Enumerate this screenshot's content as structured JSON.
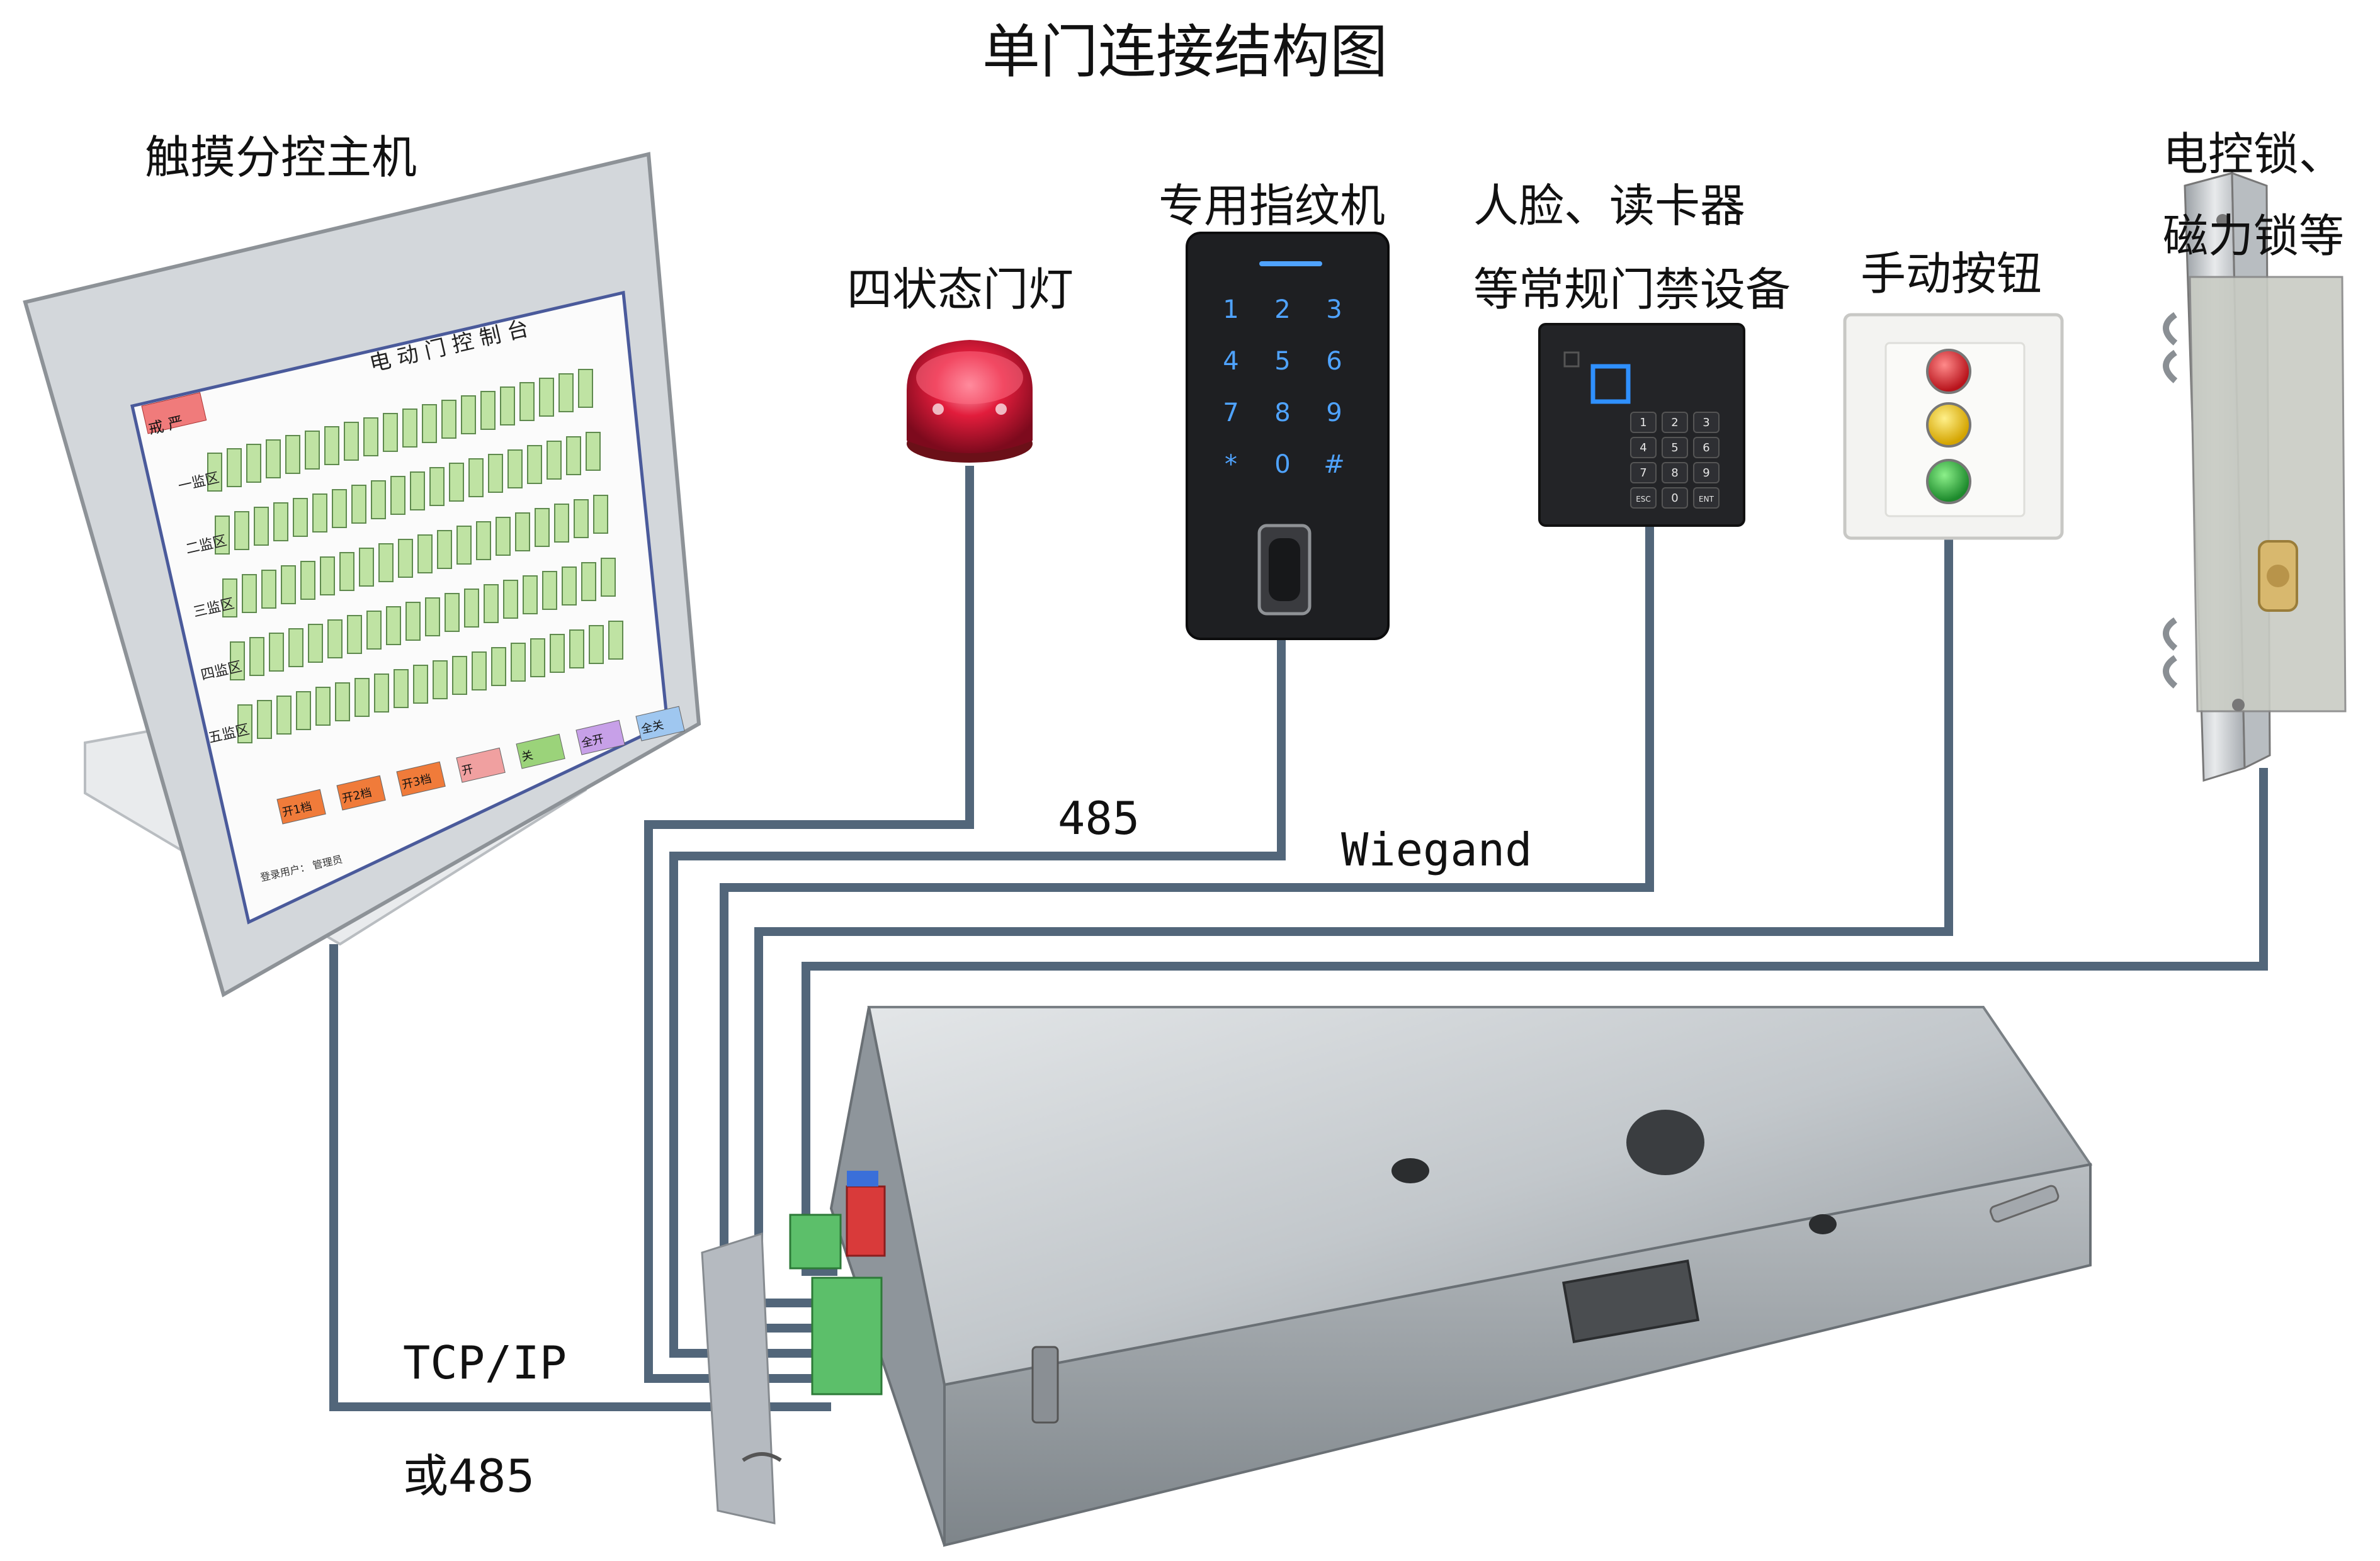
{
  "title": "单门连接结构图",
  "devices": {
    "host": "触摸分控主机",
    "lamp": "四状态门灯",
    "fingerprint": "专用指纹机",
    "reader_line1": "人脸、读卡器",
    "reader_line2": "等常规门禁设备",
    "button": "手动按钮",
    "lock_line1": "电控锁、",
    "lock_line2": "磁力锁等"
  },
  "connections": {
    "fingerprint": "485",
    "reader": "Wiegand",
    "host_line1": "TCP/IP",
    "host_line2": "或485"
  },
  "screen": {
    "title": "电动门控制台",
    "alarm": "戒 严",
    "zones": [
      "一监区",
      "二监区",
      "三监区",
      "四监区",
      "五监区"
    ],
    "buttons": [
      "开1档",
      "开2档",
      "开3档",
      "开",
      "关",
      "全开",
      "全关"
    ],
    "footer": "登录用户： 管理员"
  },
  "fingerprint_keys": [
    "1",
    "2",
    "3",
    "4",
    "5",
    "6",
    "7",
    "8",
    "9",
    "*",
    "0",
    "#"
  ],
  "reader_keys": [
    "1",
    "2",
    "3",
    "4",
    "5",
    "6",
    "7",
    "8",
    "9",
    "ESC",
    "0",
    "ENT"
  ],
  "colors": {
    "wire": "#52667a",
    "lamp": "#e21d3c",
    "keypad_glow": "#4fa3ff"
  }
}
